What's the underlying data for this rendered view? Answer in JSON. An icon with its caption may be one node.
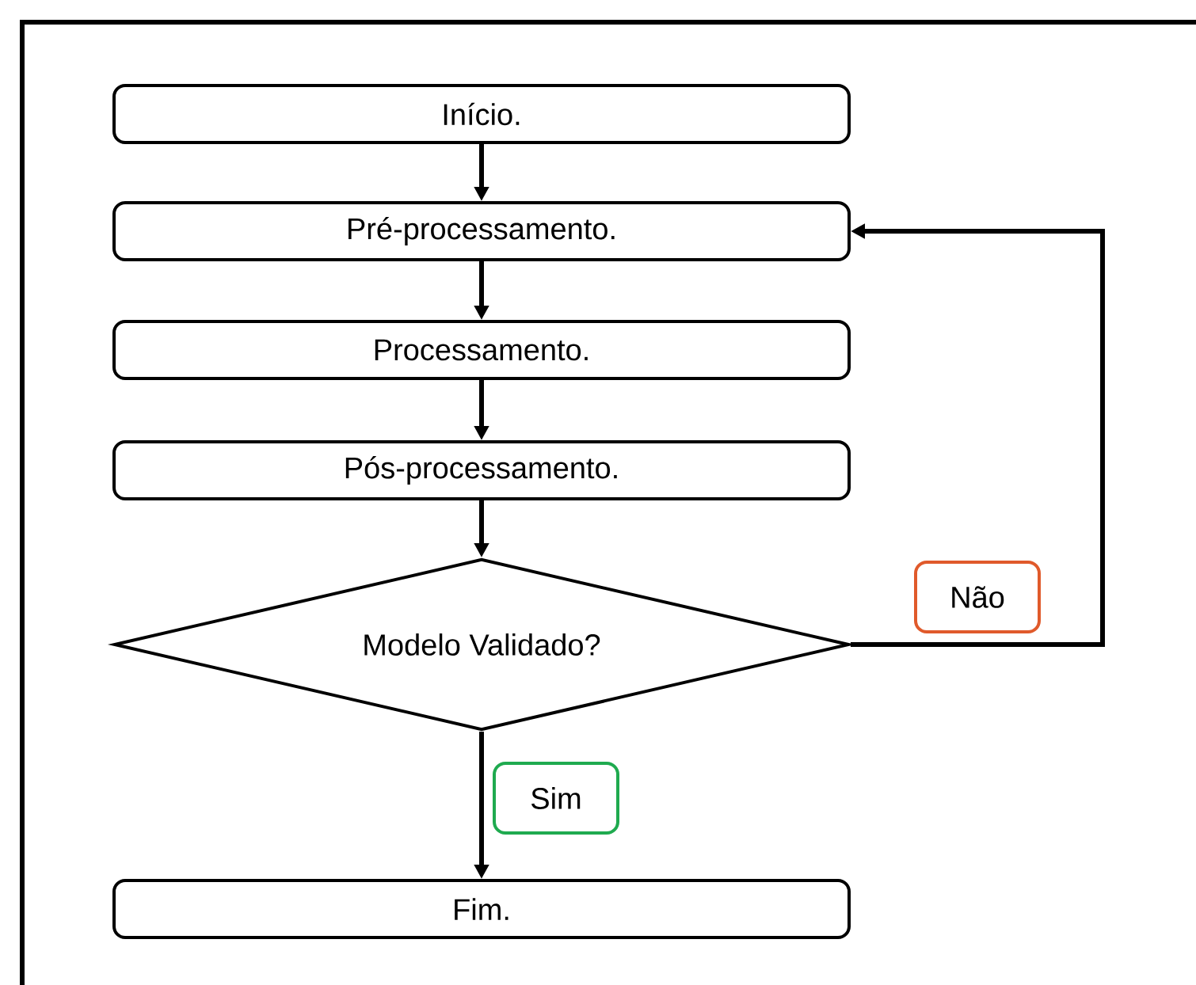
{
  "diagram": {
    "nodes": [
      {
        "text": [
          "Início."
        ]
      },
      {
        "text": [
          "Pré-processamento."
        ]
      },
      {
        "text": [
          "Processamento."
        ]
      },
      {
        "text": [
          "Pós-processamento."
        ]
      },
      {
        "text": [
          "Modelo Validado?"
        ]
      },
      {
        "text": [
          "Fim."
        ]
      }
    ],
    "edges": [
      {
        "from": 0,
        "to": 1,
        "arrow": "to"
      },
      {
        "from": 1,
        "to": 2,
        "arrow": "to"
      },
      {
        "from": 2,
        "to": 3,
        "arrow": "to"
      },
      {
        "from": 3,
        "to": 4,
        "arrow": "to"
      },
      {
        "from": 4,
        "to": 1,
        "arrow": "to",
        "label": "Não"
      },
      {
        "from": 4,
        "to": 5,
        "arrow": "to",
        "label": "Sim"
      }
    ]
  }
}
